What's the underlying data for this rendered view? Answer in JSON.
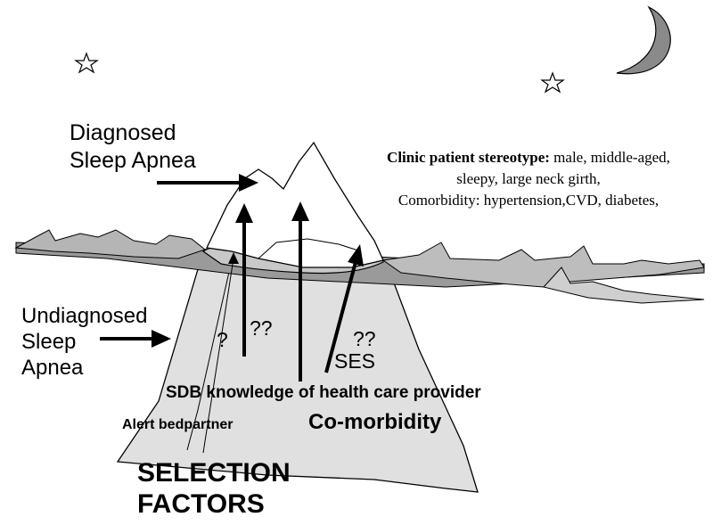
{
  "labels": {
    "diagnosed_line1": "Diagnosed",
    "diagnosed_line2": "Sleep Apnea",
    "undiagnosed_line1": "Undiagnosed",
    "undiagnosed_line2": "Sleep",
    "undiagnosed_line3": "Apnea",
    "stereotype_title": "Clinic patient stereotype:",
    "stereotype_text1": " male, middle-aged,",
    "stereotype_text2": "sleepy, large neck girth,",
    "stereotype_text3": "Comorbidity: hypertension,CVD, diabetes,",
    "question_single": "?",
    "question_double_left": "??",
    "question_double_right": "??",
    "ses": "SES",
    "sdb_knowledge": "SDB knowledge of  health care provider",
    "alert_bedpartner": "Alert bedpartner",
    "co_morbidity": "Co-morbidity",
    "selection_factors_line1": "SELECTION",
    "selection_factors_line2": "FACTORS"
  },
  "icons": [
    "star-icon",
    "star-icon",
    "crescent-moon-icon"
  ],
  "colors": {
    "iceberg_underwater": "#e0e0e0",
    "water_band": "#9a9a9a",
    "moon": "#8a8a8a",
    "outline": "#000000"
  }
}
